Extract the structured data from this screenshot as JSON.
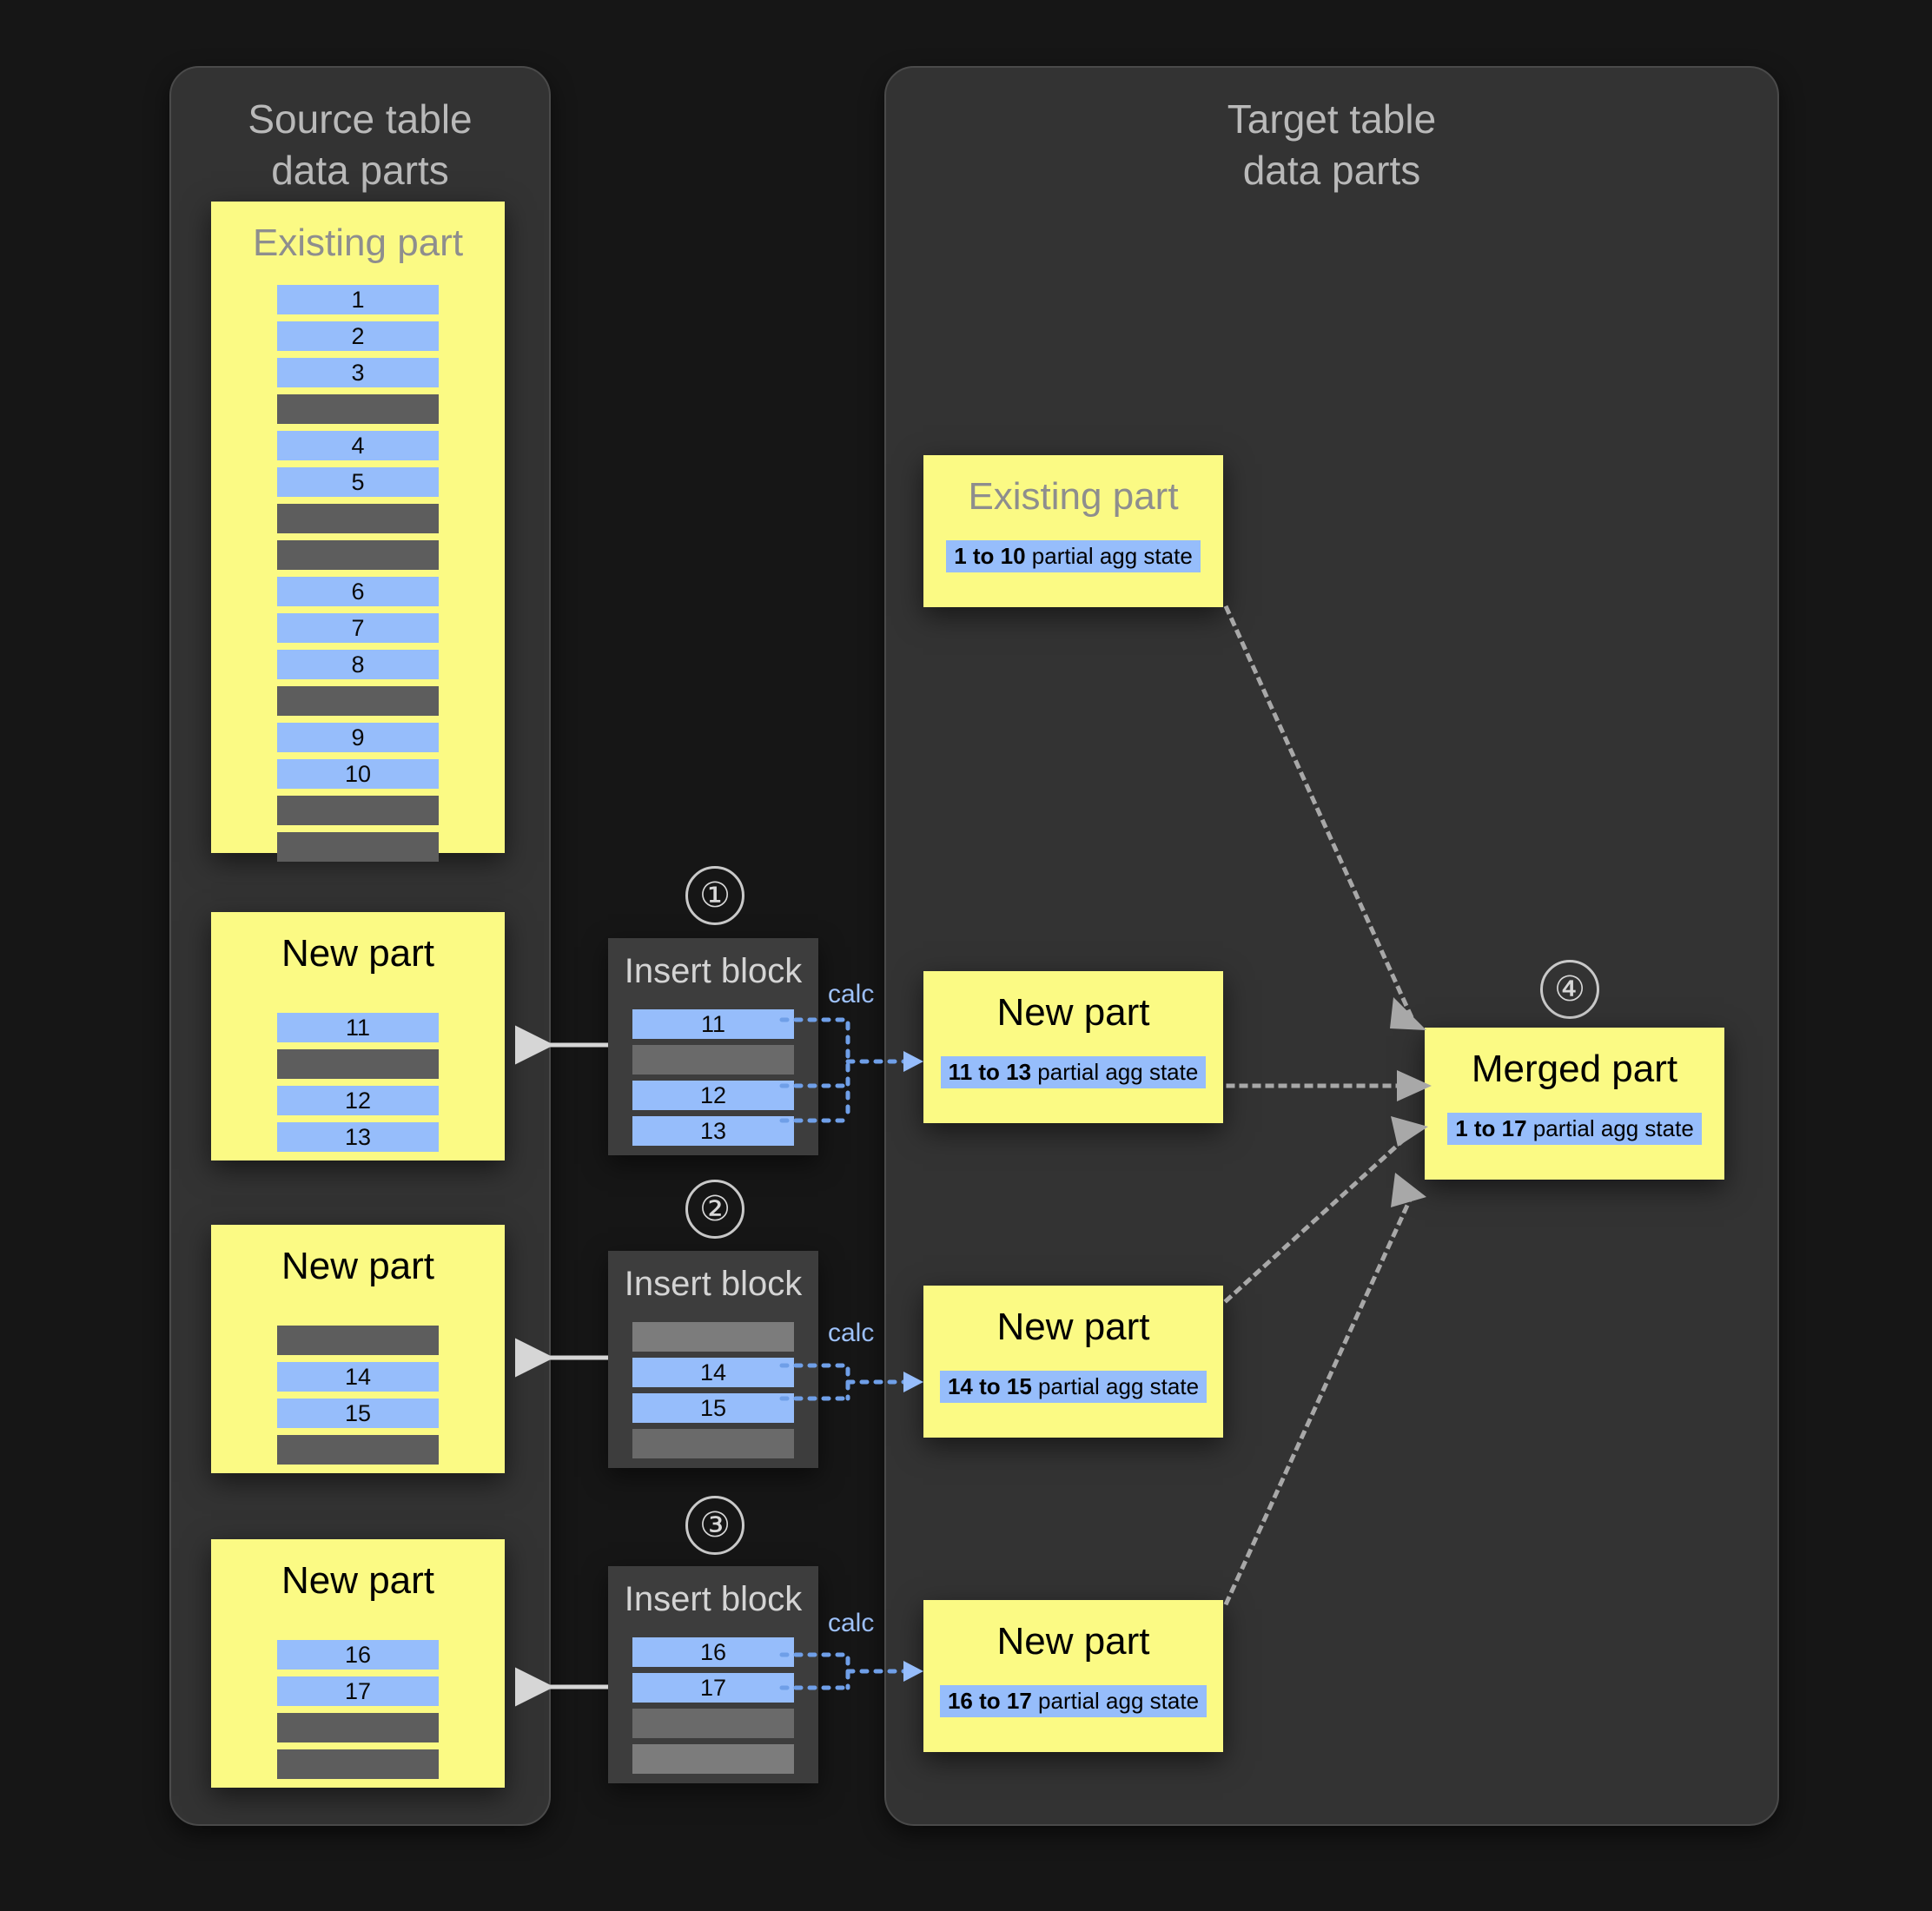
{
  "source_table": {
    "title": "Source table\ndata parts",
    "title_line1": "Source table",
    "title_line2": "data parts",
    "parts": [
      {
        "name": "Existing part",
        "rows": [
          "1",
          "2",
          "3",
          "",
          "4",
          "5",
          "",
          "",
          "6",
          "7",
          "8",
          "",
          "9",
          "10",
          "",
          ""
        ]
      },
      {
        "name": "New part",
        "rows": [
          "11",
          "",
          "12",
          "13"
        ]
      },
      {
        "name": "New part",
        "rows": [
          "",
          "14",
          "15",
          ""
        ]
      },
      {
        "name": "New part",
        "rows": [
          "16",
          "17",
          "",
          ""
        ]
      }
    ]
  },
  "insert_blocks": [
    {
      "step": "①",
      "title": "Insert block",
      "rows": [
        "11",
        "",
        "12",
        "13"
      ],
      "calc_label": "calc"
    },
    {
      "step": "②",
      "title": "Insert block",
      "rows": [
        "",
        "14",
        "15",
        ""
      ],
      "calc_label": "calc"
    },
    {
      "step": "③",
      "title": "Insert block",
      "rows": [
        "16",
        "17",
        "",
        ""
      ],
      "calc_label": "calc"
    }
  ],
  "target_table": {
    "title_line1": "Target table",
    "title_line2": "data parts",
    "parts": [
      {
        "name": "Existing part",
        "range": "1 to 10",
        "state": " partial agg state",
        "style": "muted"
      },
      {
        "name": "New part",
        "range": "11 to 13",
        "state": " partial agg state",
        "style": "dark"
      },
      {
        "name": "New part",
        "range": "14 to 15",
        "state": " partial agg state",
        "style": "dark"
      },
      {
        "name": "New part",
        "range": "16 to 17",
        "state": " partial agg state",
        "style": "dark"
      }
    ],
    "merged": {
      "step": "④",
      "name": "Merged part",
      "range": "1 to 17",
      "state": " partial agg state"
    }
  },
  "colors": {
    "background": "#161616",
    "container": "#333333",
    "part_yellow": "#fbfa84",
    "row_blue": "#96bdfb",
    "row_gray": "#5d5d5d",
    "calc_blue": "#9ec2fb",
    "arrow_gray": "#a8a8a8"
  }
}
